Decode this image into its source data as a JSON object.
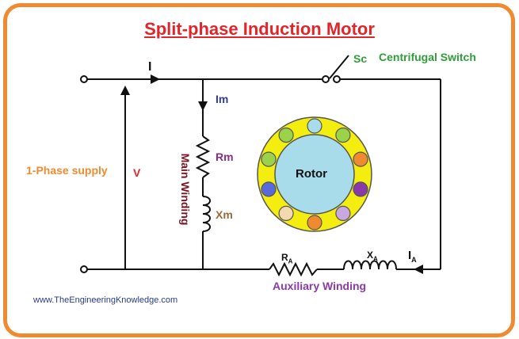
{
  "title": "Split-phase Induction Motor",
  "labels": {
    "current_main": "I",
    "switch_symbol": "Sc",
    "centrifugal_switch": "Centrifugal Switch",
    "current_main_winding": "Im",
    "resistance_main": "Rm",
    "main_winding": "Main Winding",
    "reactance_main": "Xm",
    "supply": "1-Phase supply",
    "voltage": "V",
    "rotor": "Rotor",
    "resistance_aux": "R",
    "resistance_aux_sub": "A",
    "reactance_aux": "X",
    "reactance_aux_sub": "A",
    "current_aux": "I",
    "current_aux_sub": "A",
    "auxiliary_winding": "Auxiliary Winding",
    "website": "www.TheEngineeringKnowledge.com"
  },
  "colors": {
    "frame": "#f08a30",
    "title": "#e0262a",
    "centrifugal": "#2e9e3a",
    "supply": "#f08a30",
    "voltage": "#e0262a",
    "im": "#2d3d9a",
    "rm": "#8a2d8a",
    "main_winding": "#7a1420",
    "xm": "#9a6a3a",
    "auxiliary": "#8a3aa8",
    "website": "#2a3a8a",
    "stator": "#f4ee10",
    "rotor": "#a8dcea"
  },
  "stator_slots": [
    "#a8dcea",
    "#9ad24a",
    "#f08a30",
    "#8a3aa8",
    "#c8a8e0",
    "#f08a30",
    "#f4d8b0",
    "#5a6ad8",
    "#9ad24a",
    "#9ad24a"
  ]
}
